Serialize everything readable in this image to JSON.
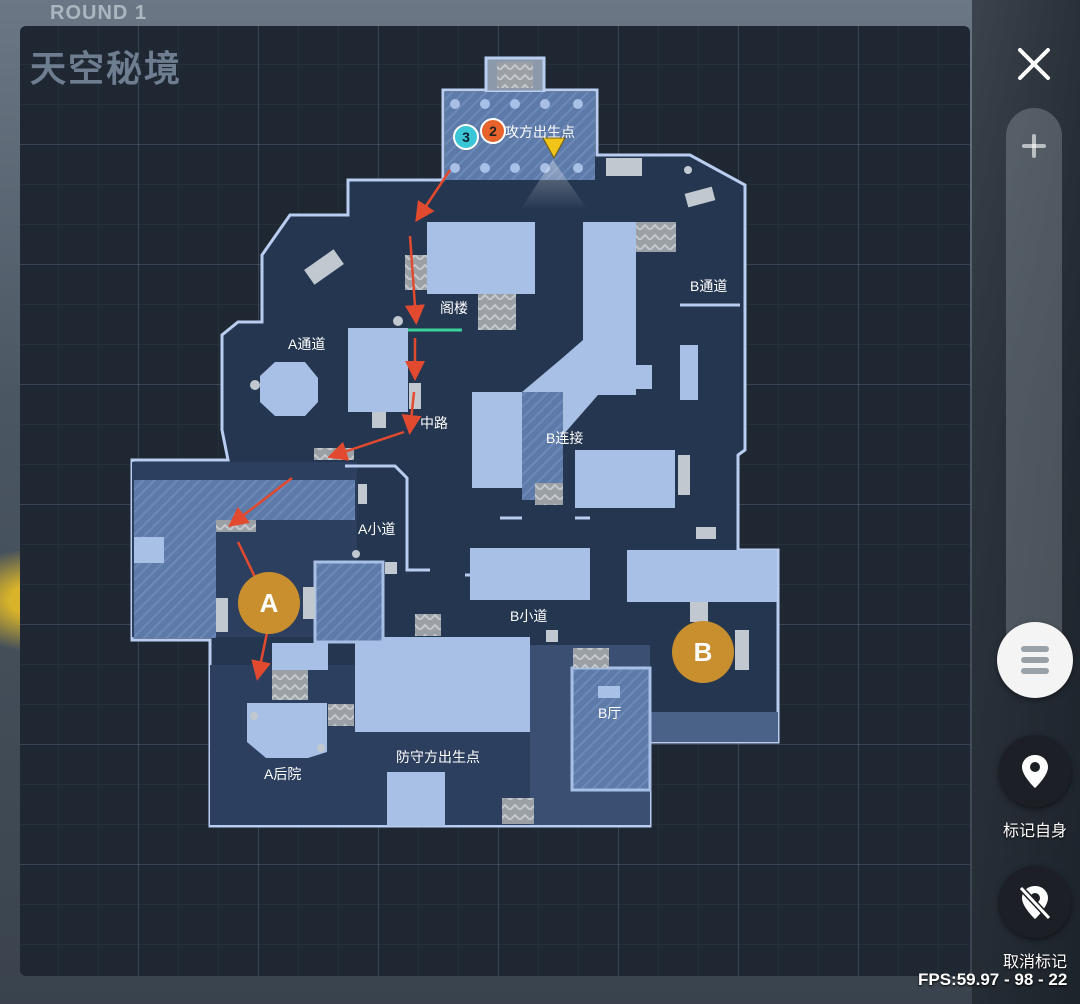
{
  "hud": {
    "round_label": "ROUND 1"
  },
  "map": {
    "title": "天空秘境",
    "labels": {
      "attacker_spawn": "攻方出生点",
      "attic": "阁楼",
      "b_passage": "B通道",
      "a_passage": "A通道",
      "mid": "中路",
      "b_link": "B连接",
      "a_alley": "A小道",
      "b_alley": "B小道",
      "b_hall": "B厅",
      "a_backyard": "A后院",
      "defender_spawn": "防守方出生点"
    },
    "sites": {
      "a": "A",
      "b": "B"
    },
    "player_markers": [
      "3",
      "2"
    ]
  },
  "controls": {
    "close_icon": "close-icon",
    "zoom_in_icon": "plus-icon",
    "menu_icon": "menu-icon",
    "mark_self_label": "标记自身",
    "cancel_mark_label": "取消标记"
  },
  "status": {
    "fps": "FPS:59.97 - 98 - 22"
  },
  "colors": {
    "room": "#a8bfe6",
    "outline": "#b9cdf0",
    "floor": "#243650",
    "arrow": "#e24a2f",
    "site_marker": "#c98f2f"
  }
}
